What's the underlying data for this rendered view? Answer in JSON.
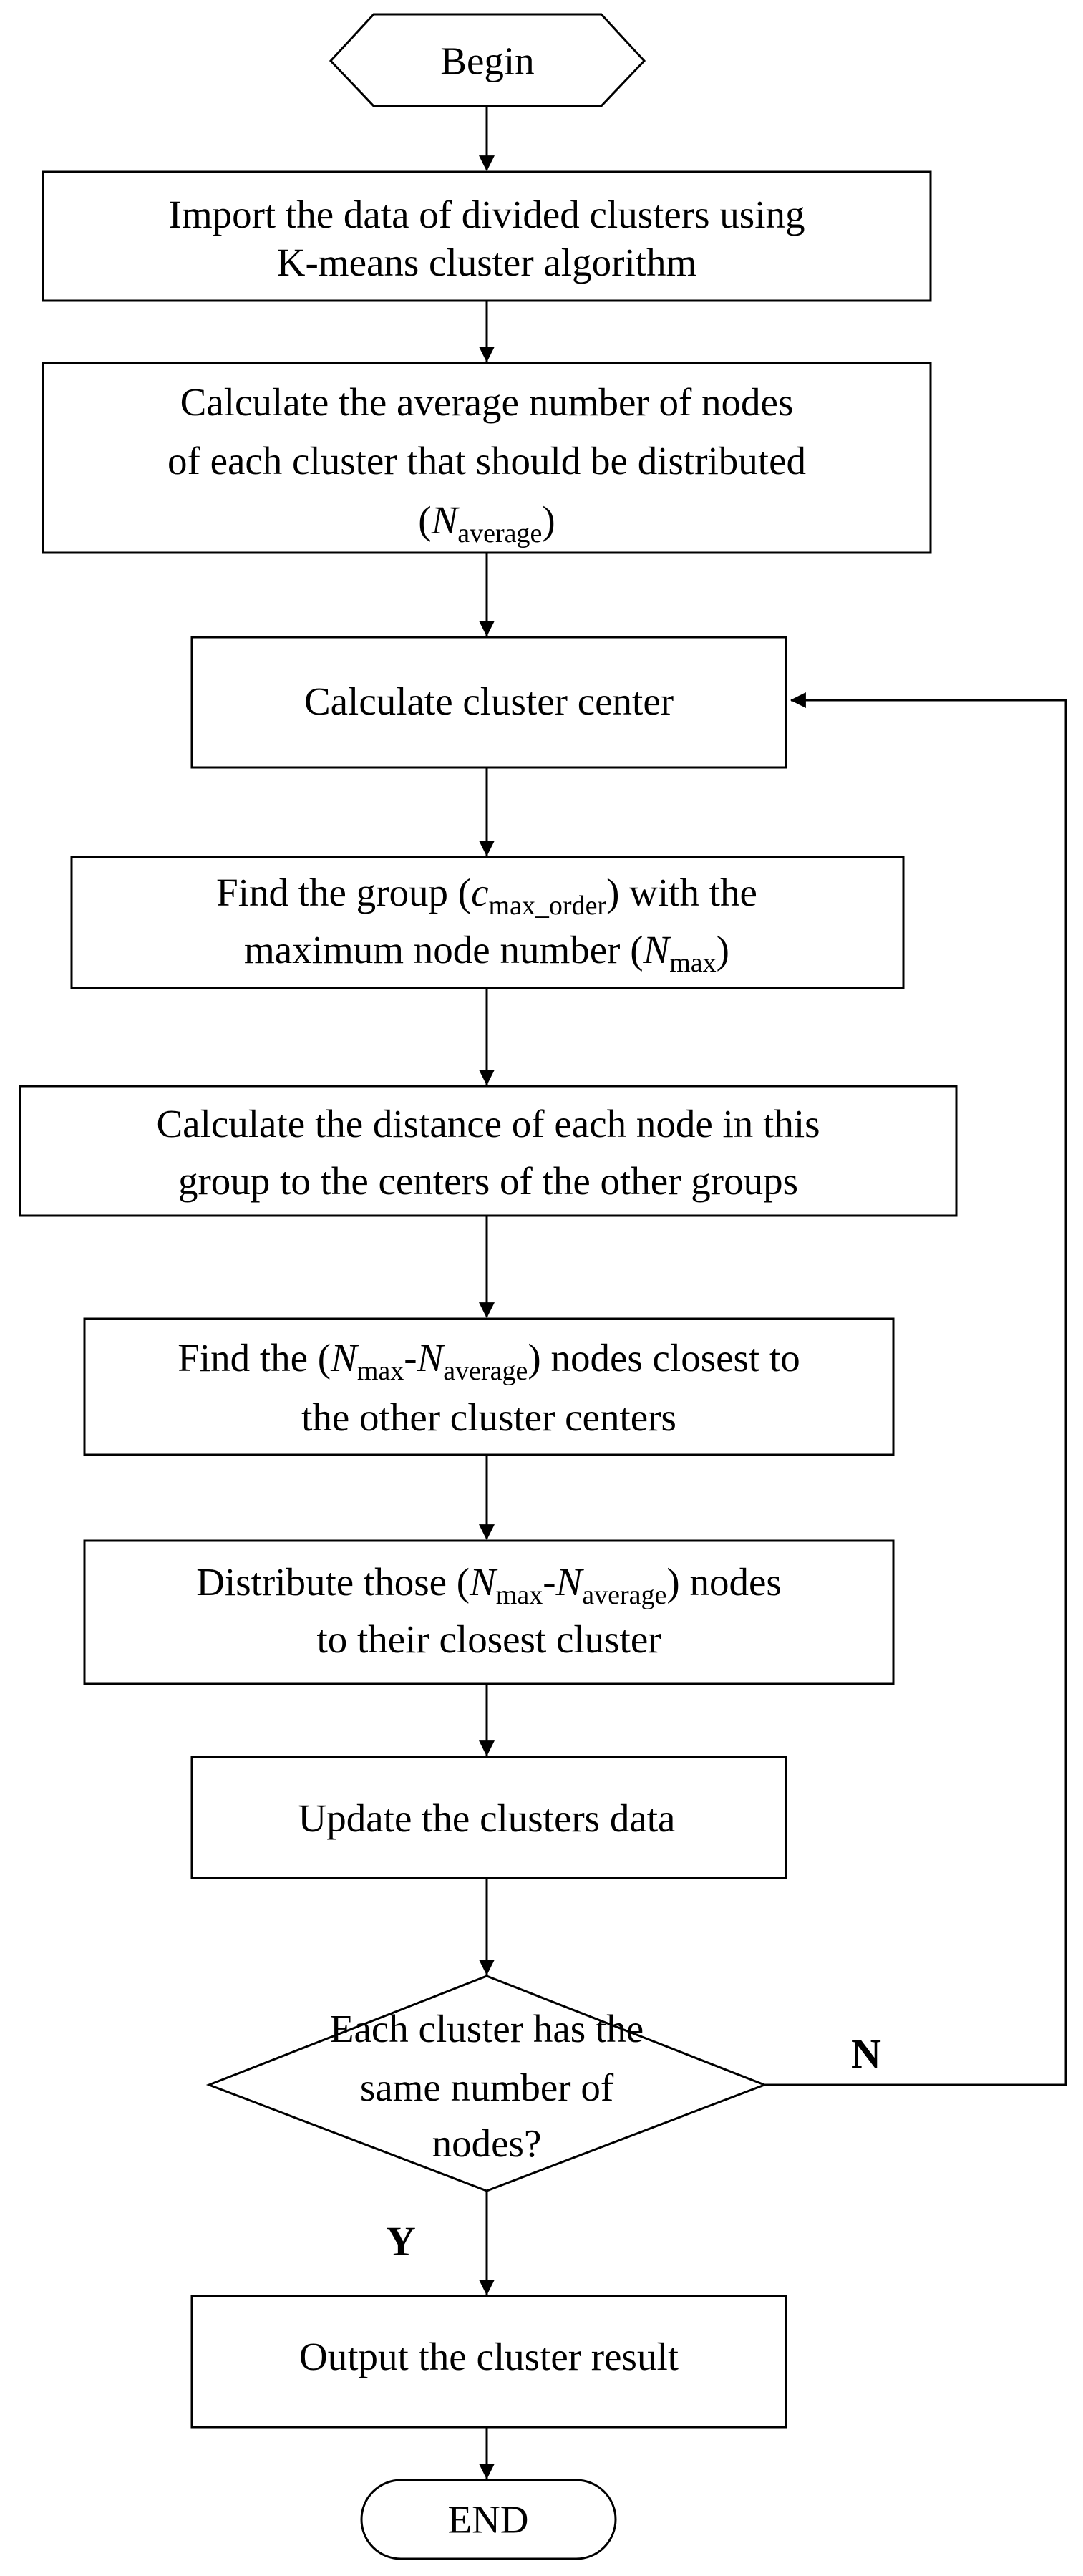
{
  "flowchart": {
    "nodes": {
      "begin": {
        "line1": "Begin"
      },
      "import": {
        "line1": "Import the data of divided clusters using",
        "line2": "K-means cluster algorithm"
      },
      "average": {
        "line1": "Calculate the average number of nodes",
        "line2": "of each cluster that should be distributed",
        "line3_open": "(",
        "line3_var": "N",
        "line3_sub": "average",
        "line3_close": ")"
      },
      "center": {
        "line1": "Calculate cluster center"
      },
      "find_group": {
        "line1_pre": "Find the group (",
        "line1_var": "c",
        "line1_sub": "max_order",
        "line1_post": ") with the",
        "line2_pre": "maximum node number (",
        "line2_var": "N",
        "line2_sub": "max",
        "line2_post": ")"
      },
      "distance": {
        "line1": "Calculate the distance of each node in this",
        "line2": "group to the centers of the other groups"
      },
      "find_nodes": {
        "line1_pre": "Find the (",
        "line1_var1": "N",
        "line1_sub1": "max",
        "line1_dash": "-",
        "line1_var2": "N",
        "line1_sub2": "average",
        "line1_post": ") nodes closest to",
        "line2": "the other cluster centers"
      },
      "distribute": {
        "line1_pre": "Distribute those (",
        "line1_var1": "N",
        "line1_sub1": "max",
        "line1_dash": "-",
        "line1_var2": "N",
        "line1_sub2": "average",
        "line1_post": ") nodes",
        "line2": "to their closest cluster"
      },
      "update": {
        "line1": "Update the clusters data"
      },
      "decision": {
        "line1": "Each cluster has the",
        "line2": "same number of",
        "line3": "nodes?"
      },
      "output": {
        "line1": "Output the cluster result"
      },
      "end": {
        "line1": "END"
      }
    },
    "edge_labels": {
      "no": "N",
      "yes": "Y"
    }
  }
}
